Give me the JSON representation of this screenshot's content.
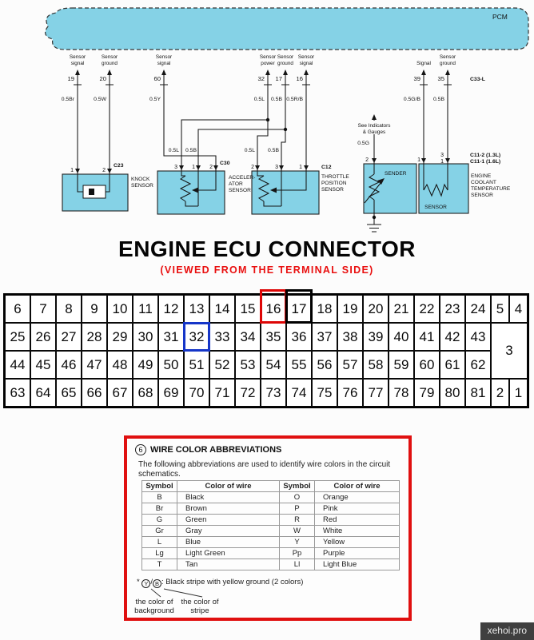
{
  "watermark": "xehoi.pro",
  "colors": {
    "band": "#85d2e6",
    "connector_blue_text": "#0013c5",
    "highlight_red": "#dd0606",
    "highlight_black": "#000000",
    "highlight_blue": "#1535c8",
    "subtitle_red": "#e90f0f",
    "box_border_red": "#e01010"
  },
  "pcm": {
    "label": "PCM",
    "connector_label": "C33-L",
    "pins": [
      {
        "signal_line1": "Sensor",
        "signal_line2": "signal",
        "number": "19",
        "wire": "0.5Br"
      },
      {
        "signal_line1": "Sensor",
        "signal_line2": "ground",
        "number": "20",
        "wire": "0.5W"
      },
      {
        "signal_line1": "Sensor",
        "signal_line2": "signal",
        "number": "60",
        "wire": "0.5Y"
      },
      {
        "signal_line1": "Sensor",
        "signal_line2": "power",
        "number": "32",
        "wire": "0.5L"
      },
      {
        "signal_line1": "Sensor",
        "signal_line2": "ground",
        "number": "17",
        "wire": "0.5B"
      },
      {
        "signal_line1": "Sensor",
        "signal_line2": "signal",
        "number": "16",
        "wire": "0.5R/B"
      },
      {
        "signal_line1": "",
        "signal_line2": "Signal",
        "number": "39",
        "wire": "0.5G/B"
      },
      {
        "signal_line1": "Sensor",
        "signal_line2": "ground",
        "number": "35",
        "wire": "0.5B"
      }
    ]
  },
  "branches": {
    "accel_l": "0.5L",
    "accel_b": "0.5B",
    "throttle_l": "0.5L",
    "throttle_b": "0.5B",
    "gauge_wire": "0.5G",
    "gauge_l1": "See Indicators",
    "gauge_l2": "& Gauges"
  },
  "sensors": {
    "knock": {
      "pin1": "1",
      "pin2": "2",
      "connector": "C23",
      "name1": "KNOCK",
      "name2": "SENSOR"
    },
    "accelerator": {
      "pin1": "3",
      "pin2": "1",
      "pin3": "2",
      "connector": "C30",
      "name1": "ACCELER-",
      "name2": "ATOR",
      "name3": "SENSOR"
    },
    "throttle": {
      "pin1": "2",
      "pin2": "3",
      "pin3": "1",
      "connector": "C12",
      "name1": "THROTTLE",
      "name2": "POSITION",
      "name3": "SENSOR"
    },
    "sender": {
      "pin": "2",
      "label": "SENDER"
    },
    "ect": {
      "pin_left": "1",
      "pin_right_a": "3",
      "pin_right_b": "1",
      "connector_a": "C11-2 (1.3L)",
      "connector_b": "C11-1 (1.6L)",
      "label": "SENSOR",
      "name1": "ENGINE",
      "name2": "COOLANT",
      "name3": "TEMPERATURE",
      "name4": "SENSOR"
    }
  },
  "connector_view": {
    "title": "ENGINE ECU CONNECTOR",
    "subtitle": "(VIEWED FROM THE TERMINAL SIDE)",
    "rows": [
      [
        "6",
        "7",
        "8",
        "9",
        "10",
        "11",
        "12",
        "13",
        "14",
        "15",
        "16",
        "17",
        "18",
        "19",
        "20",
        "21",
        "22",
        "23",
        "24"
      ],
      [
        "25",
        "26",
        "27",
        "28",
        "29",
        "30",
        "31",
        "32",
        "33",
        "34",
        "35",
        "36",
        "37",
        "38",
        "39",
        "40",
        "41",
        "42",
        "43"
      ],
      [
        "44",
        "45",
        "46",
        "47",
        "48",
        "49",
        "50",
        "51",
        "52",
        "53",
        "54",
        "55",
        "56",
        "57",
        "58",
        "59",
        "60",
        "61",
        "62"
      ],
      [
        "63",
        "64",
        "65",
        "66",
        "67",
        "68",
        "69",
        "70",
        "71",
        "72",
        "73",
        "74",
        "75",
        "76",
        "77",
        "78",
        "79",
        "80",
        "81"
      ]
    ],
    "side": {
      "r1": [
        "5",
        "4"
      ],
      "mid": "3",
      "r4": [
        "2",
        "1"
      ]
    },
    "highlights": {
      "red": "16",
      "black": "17",
      "blue": "32"
    }
  },
  "color_table": {
    "badge": "6",
    "title": "WIRE COLOR ABBREVIATIONS",
    "description": "The following abbreviations are used to identify wire colors in the circuit schematics.",
    "headers": [
      "Symbol",
      "Color of wire",
      "Symbol",
      "Color of wire"
    ],
    "rows": [
      [
        "B",
        "Black",
        "O",
        "Orange"
      ],
      [
        "Br",
        "Brown",
        "P",
        "Pink"
      ],
      [
        "G",
        "Green",
        "R",
        "Red"
      ],
      [
        "Gr",
        "Gray",
        "W",
        "White"
      ],
      [
        "L",
        "Blue",
        "Y",
        "Yellow"
      ],
      [
        "Lg",
        "Light Green",
        "Pp",
        "Purple"
      ],
      [
        "T",
        "Tan",
        "Ll",
        "Light Blue"
      ]
    ],
    "note_prefix": "*",
    "note_sym1": "Y",
    "note_sym2": "B",
    "note_text": ": Black stripe with yellow ground (2 colors)",
    "legend1_line1": "the color of",
    "legend1_line2": "background",
    "legend2_line1": "the color of",
    "legend2_line2": "stripe"
  }
}
